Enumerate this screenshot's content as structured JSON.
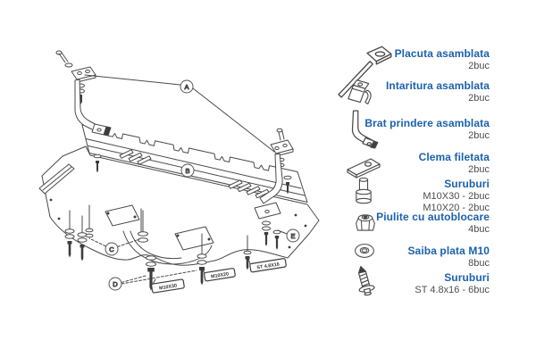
{
  "parts_list": {
    "items": [
      {
        "name": "Placuta asamblata",
        "qty_lines": [
          "2buc"
        ],
        "icon": "plate-rod-icon"
      },
      {
        "name": "Intaritura asamblata",
        "qty_lines": [
          "2buc"
        ],
        "icon": "reinforcement-bracket-icon"
      },
      {
        "name": "Brat prindere asamblata",
        "qty_lines": [
          "2buc"
        ],
        "icon": "mounting-arm-icon"
      },
      {
        "name": "Clema filetata",
        "qty_lines": [
          "2buc"
        ],
        "icon": "threaded-clip-icon"
      },
      {
        "name": "Suruburi",
        "qty_lines": [
          "M10X30 - 2buc",
          "M10X20 - 2buc"
        ],
        "icon": "bolt-icon"
      },
      {
        "name": "Piulite cu autoblocare",
        "qty_lines": [
          "4buc"
        ],
        "icon": "lock-nut-icon"
      },
      {
        "name": "Saiba plata M10",
        "qty_lines": [
          "8buc"
        ],
        "icon": "washer-icon"
      },
      {
        "name": "Suruburi",
        "qty_lines": [
          "ST 4.8x16 - 6buc"
        ],
        "icon": "self-tapping-screw-icon"
      }
    ]
  },
  "diagram": {
    "callouts": [
      {
        "letter": "A"
      },
      {
        "letter": "B"
      },
      {
        "letter": "C"
      },
      {
        "letter": "D"
      },
      {
        "letter": "E"
      }
    ],
    "tags": [
      {
        "text": "M10X30"
      },
      {
        "text": "M10X20"
      },
      {
        "text": "ST 4.8X16"
      }
    ]
  },
  "colors": {
    "label_blue": "#1b61ae",
    "qty_gray": "#4d4d4d",
    "line_gray": "#4a4a4a",
    "dark_fill": "#3d3d3d",
    "background": "#ffffff"
  }
}
